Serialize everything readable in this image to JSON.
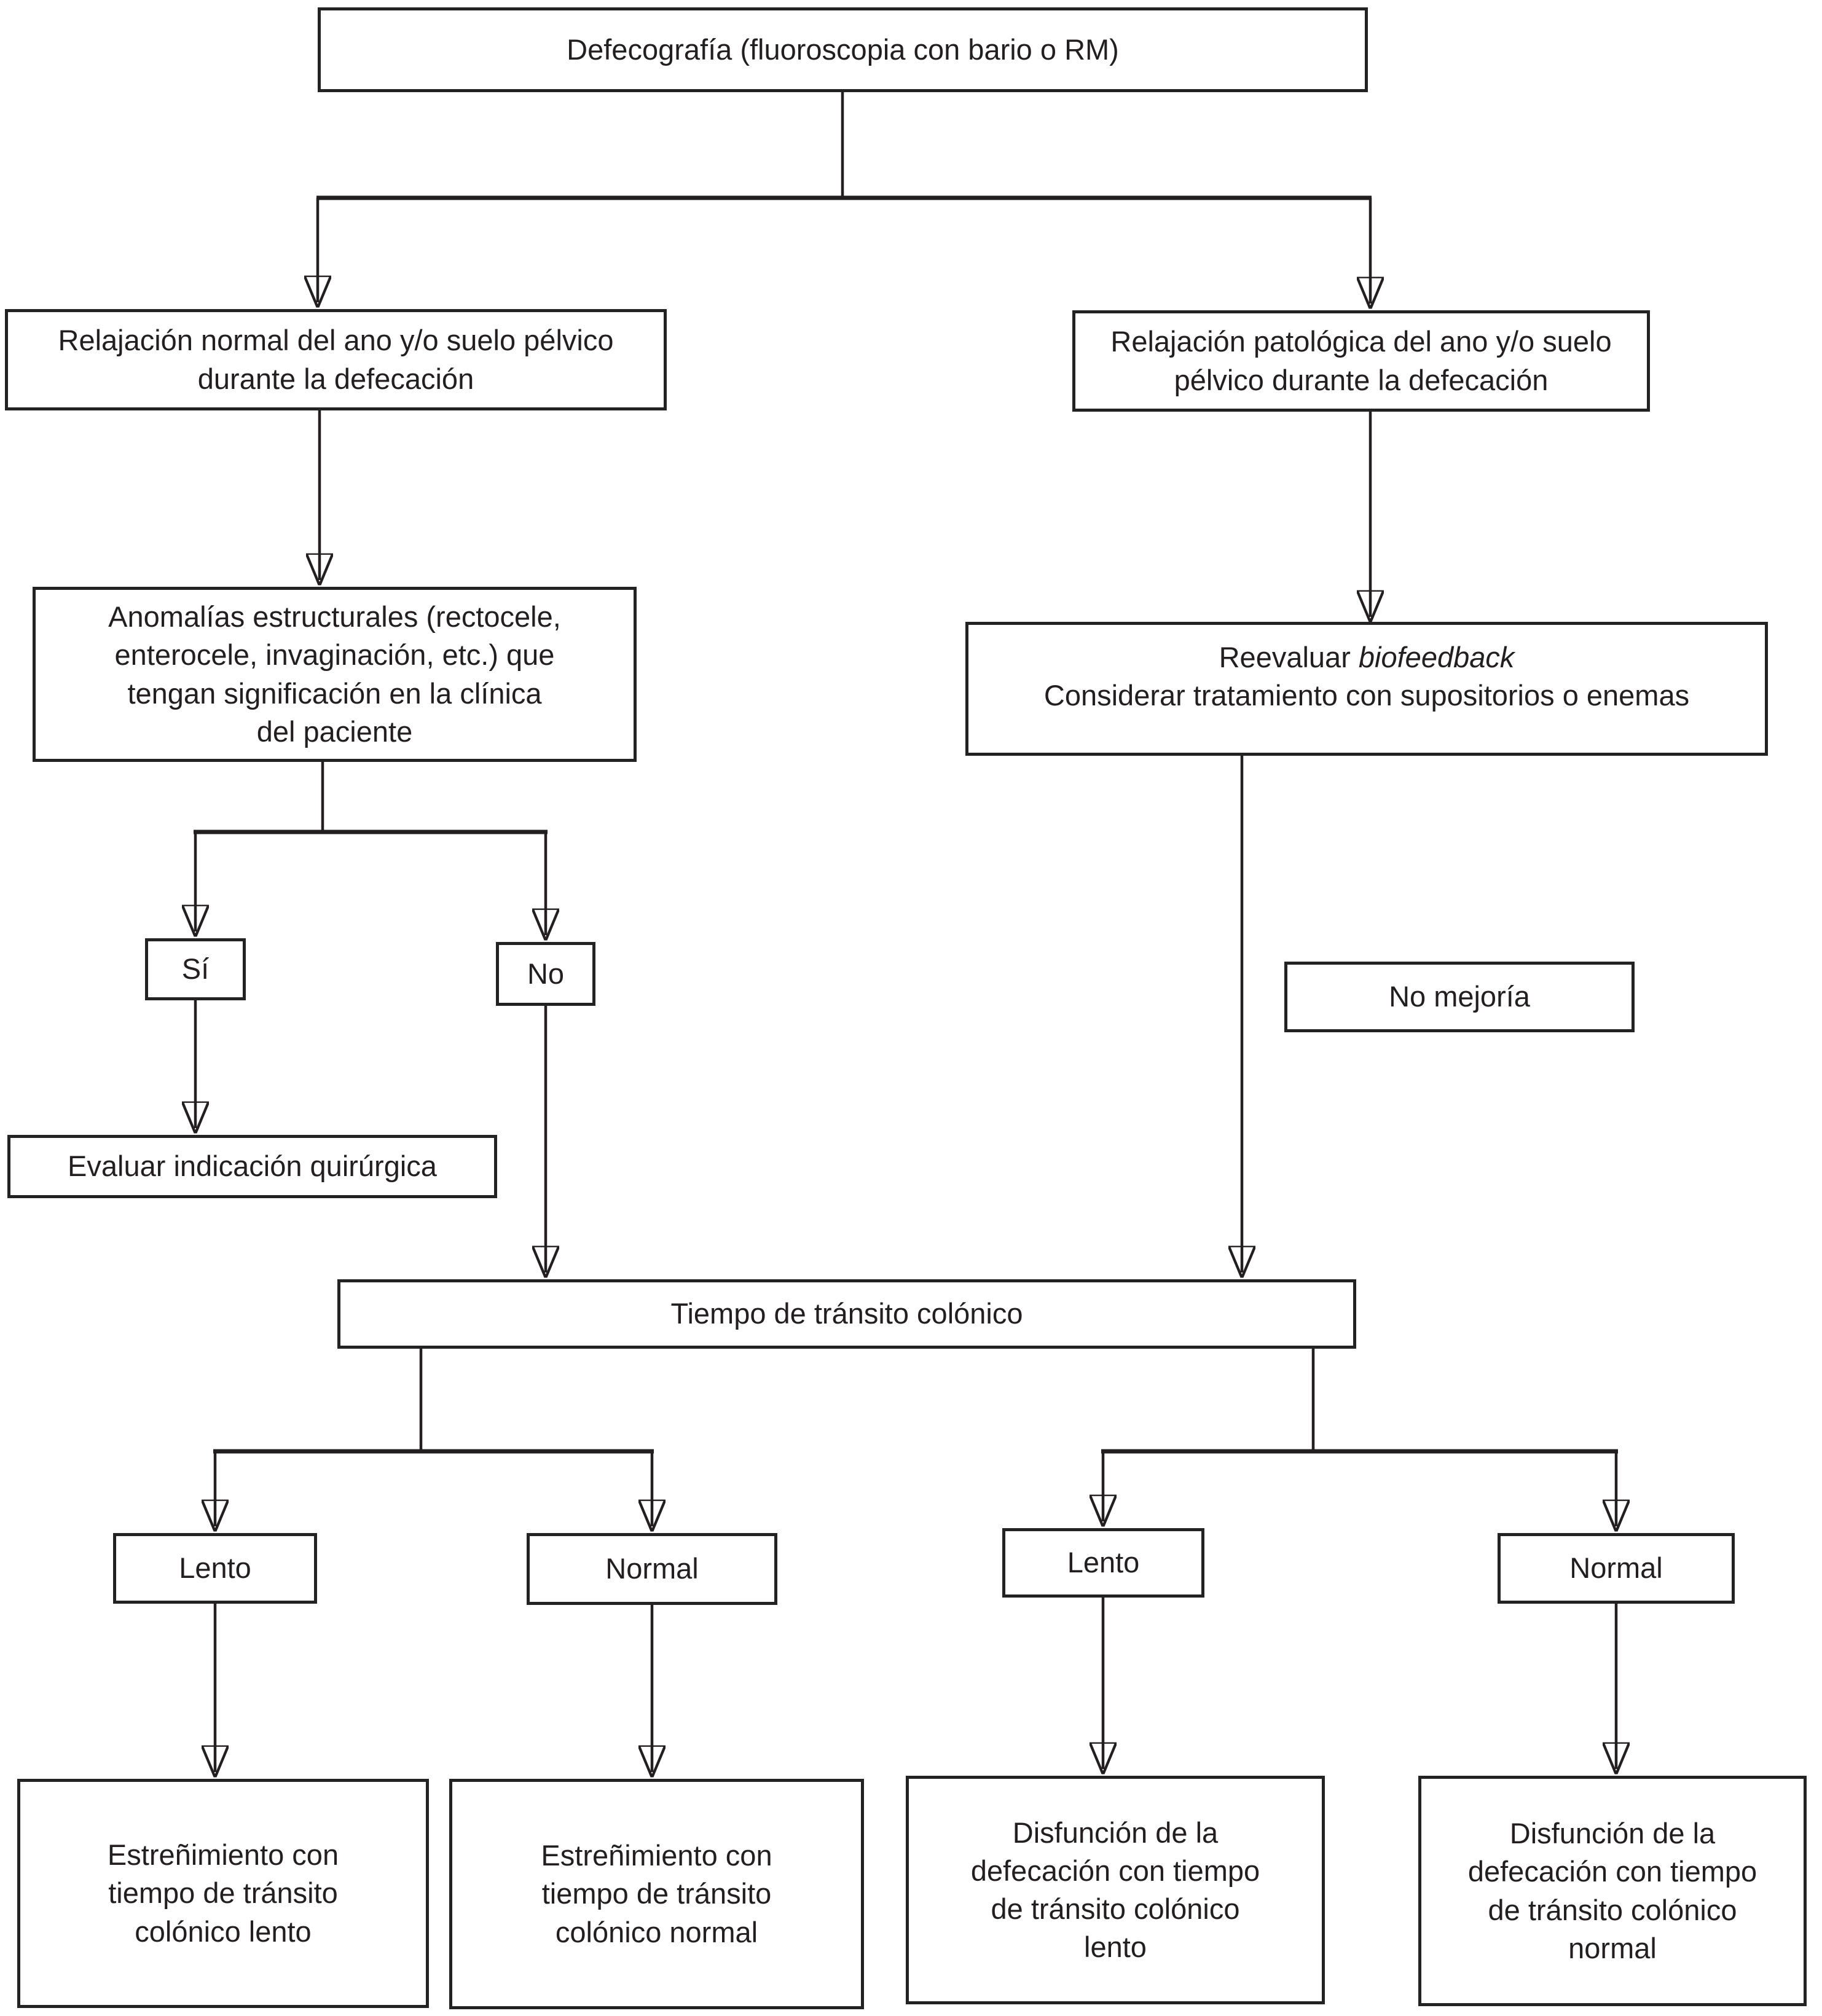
{
  "diagram": {
    "kind": "flowchart",
    "language": "es",
    "colors": {
      "line": "#231f20",
      "text": "#231f20",
      "box_background": "#ffffff",
      "page_background": "#ffffff"
    },
    "nodes": {
      "defecografia": {
        "text": "Defecografía (fluoroscopia con bario o RM)"
      },
      "relajacion_normal": {
        "lines": [
          "Relajación normal del ano y/o suelo pélvico",
          "durante la defecación"
        ]
      },
      "relajacion_patologica": {
        "lines": [
          "Relajación patológica del ano y/o suelo",
          "pélvico durante la defecación"
        ]
      },
      "anomalias": {
        "lines": [
          "Anomalías estructurales (rectocele,",
          "enterocele, invaginación, etc.) que",
          "tengan significación en la clínica",
          "del paciente"
        ]
      },
      "reevaluar": {
        "line1_prefix": "Reevaluar",
        "line1_italic": "biofeedback",
        "line2": "Considerar tratamiento con supositorios o enemas"
      },
      "si": {
        "text": "Sí"
      },
      "no": {
        "text": "No"
      },
      "no_mejoria": {
        "text": "No mejoría"
      },
      "evaluar_quirurgica": {
        "text": "Evaluar indicación quirúrgica"
      },
      "tiempo_transito": {
        "text": "Tiempo de tránsito colónico"
      },
      "lento_izquierda": {
        "text": "Lento"
      },
      "normal_izquierda": {
        "text": "Normal"
      },
      "lento_derecha": {
        "text": "Lento"
      },
      "normal_derecha": {
        "text": "Normal"
      },
      "estrenimiento_lento": {
        "lines": [
          "Estreñimiento con",
          "tiempo de tránsito",
          "colónico lento"
        ]
      },
      "estrenimiento_normal": {
        "lines": [
          "Estreñimiento con",
          "tiempo de tránsito",
          "colónico normal"
        ]
      },
      "disfuncion_lento": {
        "lines": [
          "Disfunción de la",
          "defecación con tiempo",
          "de tránsito colónico",
          "lento"
        ]
      },
      "disfuncion_normal": {
        "lines": [
          "Disfunción de la",
          "defecación con tiempo",
          "de tránsito colónico",
          "normal"
        ]
      }
    }
  }
}
